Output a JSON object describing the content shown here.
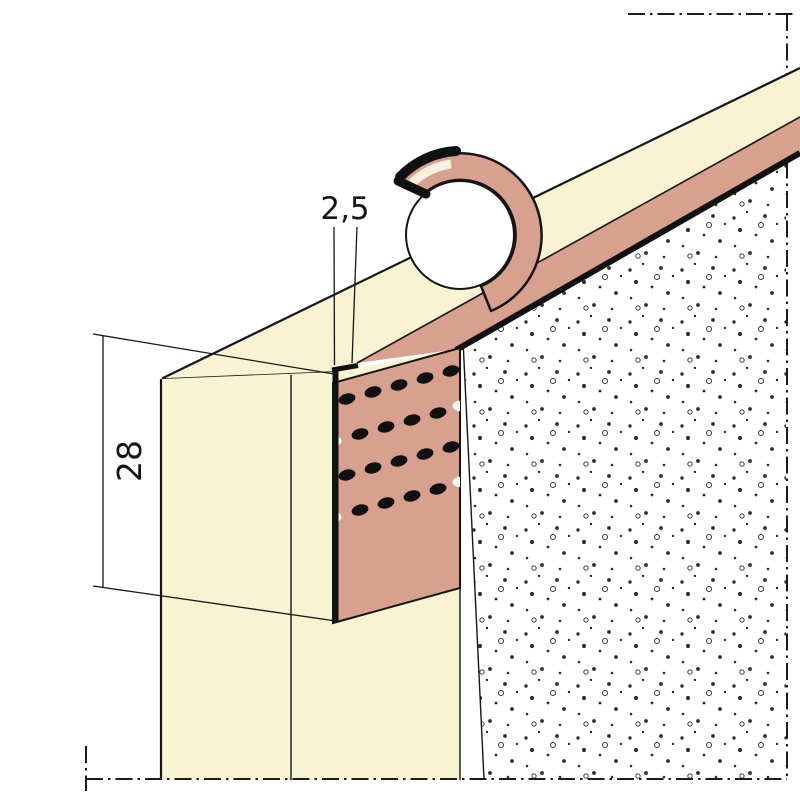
{
  "diagram": {
    "name": "plasterboard-edge-trim-profile-section",
    "description": "Technical drawing of a perforated drywall edge profile with peel-off protective strip",
    "annotations": {
      "groove_width_label": "2,5",
      "profile_height_label": "28"
    },
    "colors": {
      "background": "#ffffff",
      "board_cream": "#f8f3d3",
      "profile_salmon": "#d7a08f",
      "line": "#161616",
      "stipple": "#2e2e2e",
      "hole": "#101010",
      "white": "#fdfcf4"
    }
  }
}
